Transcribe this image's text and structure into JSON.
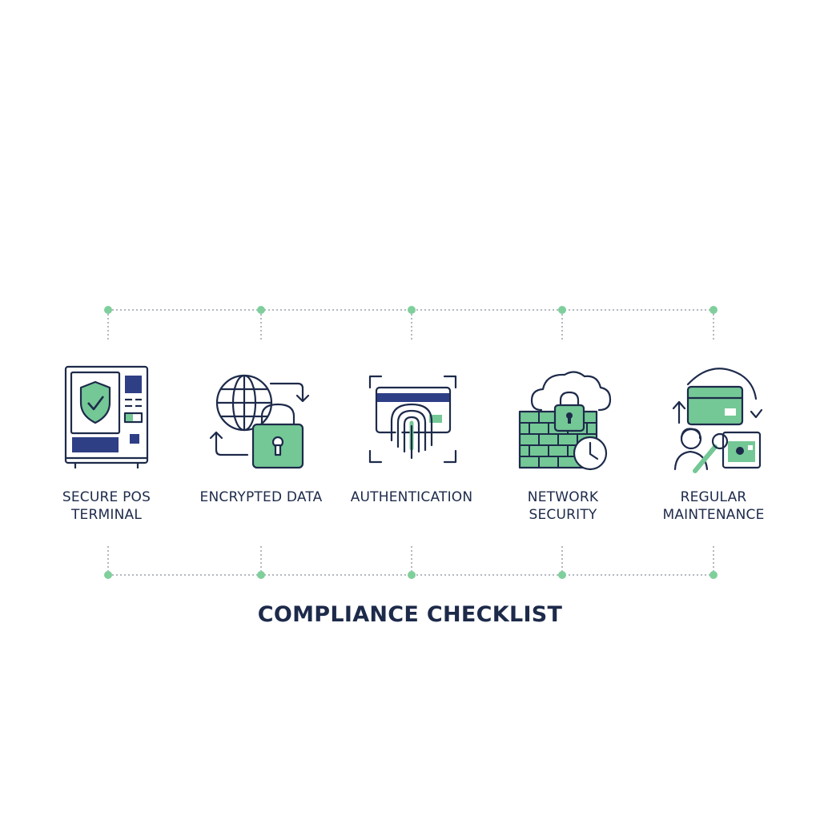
{
  "title": "COMPLIANCE CHECKLIST",
  "colors": {
    "navy": "#1d2a4a",
    "blue": "#2f3f86",
    "green": "#74c896",
    "dot": "#7fcf9c"
  },
  "items": [
    {
      "lines": [
        "SECURE POS",
        "TERMINAL"
      ],
      "icon": "pos-terminal-icon"
    },
    {
      "lines": [
        "ENCRYPTED DATA"
      ],
      "icon": "encrypted-data-icon"
    },
    {
      "lines": [
        "AUTHENTICATION"
      ],
      "icon": "fingerprint-card-icon"
    },
    {
      "lines": [
        "NETWORK",
        "SECURITY"
      ],
      "icon": "firewall-cloud-icon"
    },
    {
      "lines": [
        "REGULAR",
        "MAINTENANCE"
      ],
      "icon": "maintenance-icon"
    }
  ]
}
